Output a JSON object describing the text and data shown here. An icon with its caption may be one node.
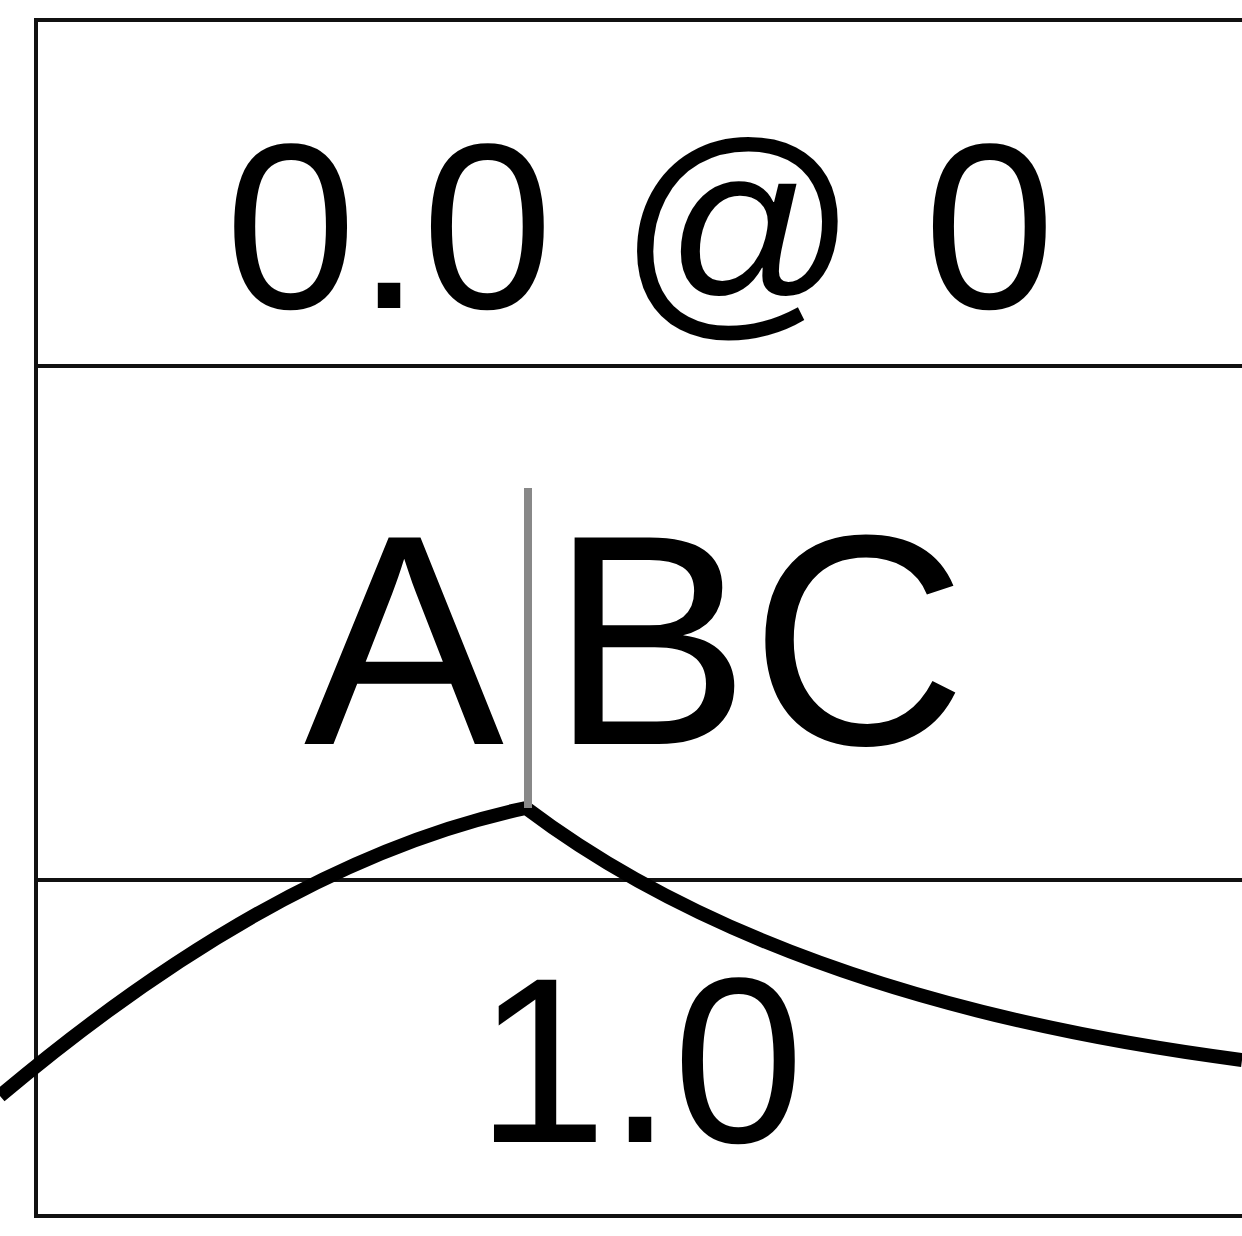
{
  "diagram": {
    "labels": [
      "0.0 @ 0",
      "A",
      "BC",
      "1.0"
    ]
  }
}
